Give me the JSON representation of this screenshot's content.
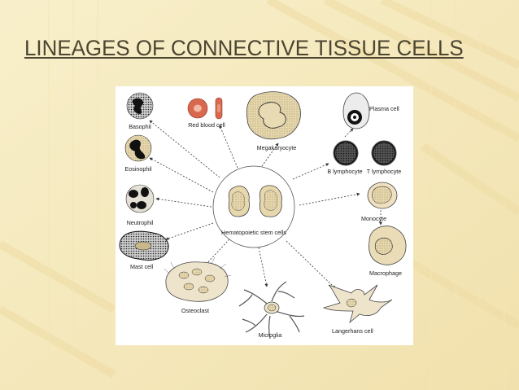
{
  "slide": {
    "title": "LINEAGES OF CONNECTIVE TISSUE CELLS"
  },
  "diagram": {
    "center_label": "Hematopoietic stem cells",
    "cells": [
      {
        "id": "basophil",
        "label": "Basophil"
      },
      {
        "id": "red-blood-cell",
        "label": "Red blood cell"
      },
      {
        "id": "megakaryocyte",
        "label": "Megakaryocyte"
      },
      {
        "id": "plasma-cell",
        "label": "Plasma cell"
      },
      {
        "id": "b-lymphocyte",
        "label": "B lymphocyte"
      },
      {
        "id": "t-lymphocyte",
        "label": "T lymphocyte"
      },
      {
        "id": "eosinophil",
        "label": "Eosinophil"
      },
      {
        "id": "neutrophil",
        "label": "Neutrophil"
      },
      {
        "id": "monocyte",
        "label": "Monocyte"
      },
      {
        "id": "mast-cell",
        "label": "Mast cell"
      },
      {
        "id": "macrophage",
        "label": "Macrophage"
      },
      {
        "id": "osteoclast",
        "label": "Osteoclast"
      },
      {
        "id": "microglia",
        "label": "Microglia"
      },
      {
        "id": "langerhans-cell",
        "label": "Langerhans cell"
      }
    ]
  },
  "colors": {
    "background": "#f6ecc3",
    "title": "#4b4532",
    "cell_fill": "#e9dcb6",
    "nucleus_fill": "#b8a36c",
    "dark_nucleus": "#111111",
    "red_blood_cell": "#d8694e"
  }
}
